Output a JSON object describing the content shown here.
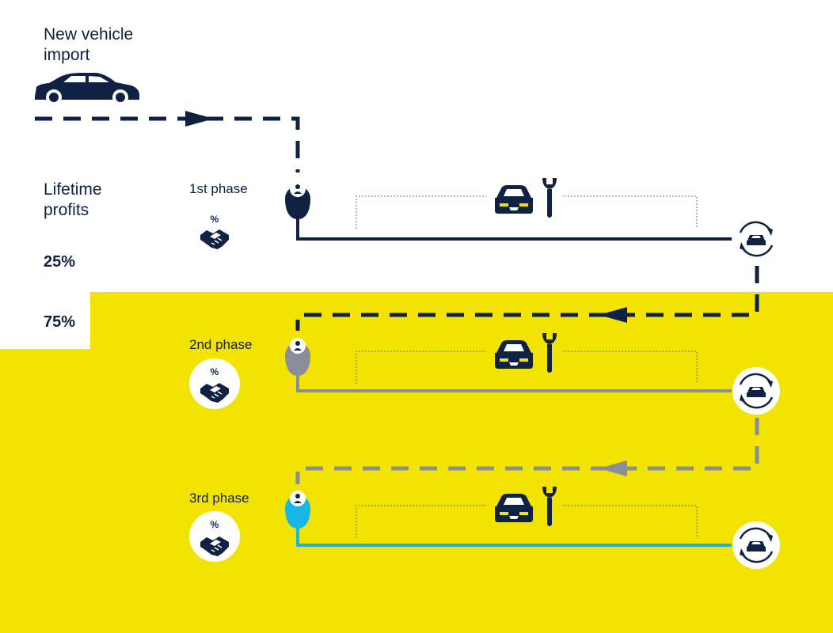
{
  "title": "New vehicle import",
  "lifetime_label": "Lifetime profits",
  "share_first": "25%",
  "share_rest": "75%",
  "phases": [
    {
      "label": "1st phase",
      "percent_symbol": "%",
      "line_color": "#0f2244",
      "pin_color": "#0f2244"
    },
    {
      "label": "2nd phase",
      "percent_symbol": "%",
      "line_color": "#8a8e99",
      "pin_color": "#8a8e99"
    },
    {
      "label": "3rd phase",
      "percent_symbol": "%",
      "line_color": "#17b6e6",
      "pin_color": "#17b6e6"
    }
  ],
  "colors": {
    "navy": "#0f2244",
    "yellow": "#f2e400",
    "gray": "#8a8e99",
    "cyan": "#17b6e6"
  },
  "icons": [
    "car-icon",
    "location-pin-icon",
    "handshake-icon",
    "service-car-icon",
    "wrench-icon",
    "cycle-icon",
    "arrow-icon"
  ]
}
